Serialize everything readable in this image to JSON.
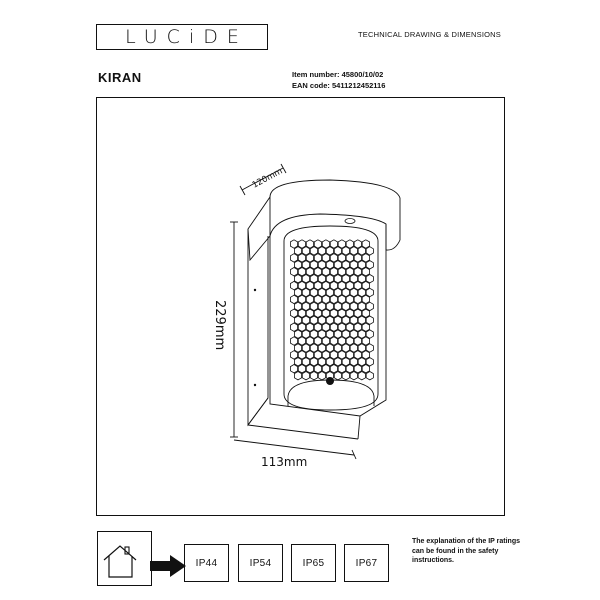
{
  "header": {
    "logo_text": "LUCiDE",
    "doc_title": "TECHNICAL DRAWING & DIMENSIONS"
  },
  "product": {
    "name": "KIRAN",
    "item_number": "Item number: 45800/10/02",
    "ean_code": "EAN code: 5411212452116"
  },
  "dimensions": {
    "depth_label": "120mm",
    "height_label": "229mm",
    "width_label": "113mm"
  },
  "ip_ratings": {
    "icon": "house-with-arrow-icon",
    "labels": [
      "IP44",
      "IP54",
      "IP65",
      "IP67"
    ],
    "note": "The explanation of the IP ratings can be found in the safety instructions."
  }
}
